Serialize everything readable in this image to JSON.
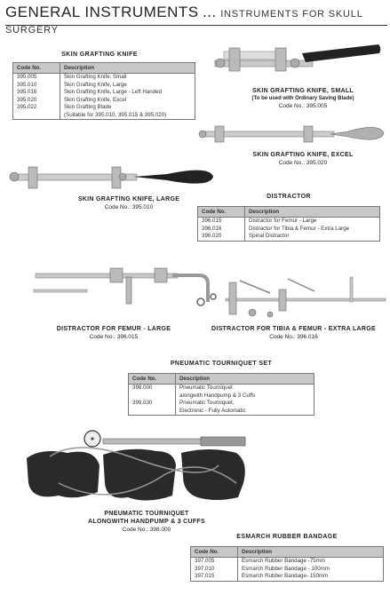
{
  "header": {
    "title": "GENERAL INSTRUMENTS",
    "dots": "...",
    "subtitle": "INSTRUMENTS FOR SKULL SURGERY"
  },
  "skin_knife": {
    "title": "SKIN GRAFTING KNIFE",
    "col_code": "Code No.",
    "col_desc": "Description",
    "rows": [
      {
        "code": "395.005",
        "desc": "Skin Grafting Knife, Small"
      },
      {
        "code": "395.010",
        "desc": "Skin Grafting Knife, Large"
      },
      {
        "code": "395.016",
        "desc": "Skin Grafting Knife, Large - Left Handed"
      },
      {
        "code": "395.020",
        "desc": "Skin Grafting Knife, Excel"
      },
      {
        "code": "395.022",
        "desc": "Skin Grafting Blade"
      }
    ],
    "row5_extra": "(Suitable for 395.010, 395.015 & 395.020)"
  },
  "captions": {
    "small": {
      "name": "SKIN GRAFTING KNIFE, SMALL",
      "sub": "(To be used with Ordinary Saving Blade)",
      "code": "Code No.: 395.005"
    },
    "excel": {
      "name": "SKIN GRAFTING KNIFE, EXCEL",
      "code": "Code No.: 395.020"
    },
    "large": {
      "name": "SKIN GRAFTING KNIFE, LARGE",
      "code": "Code No.: 395.010"
    },
    "femur": {
      "name": "DISTRACTOR FOR FEMUR - LARGE",
      "code": "Code No.: 396.015"
    },
    "tibia": {
      "name": "DISTRACTOR FOR TIBIA & FEMUR - EXTRA LARGE",
      "code": "Code No.: 396.016"
    },
    "pump": {
      "name": "PNEUMATIC TOURNIQUET",
      "name2": "ALONGWITH HANDPUMP & 3 CUFFS",
      "code": "Code No.: 398.000"
    }
  },
  "distractor": {
    "title": "DISTRACTOR",
    "col_code": "Code No.",
    "col_desc": "Description",
    "rows": [
      {
        "code": "396.015",
        "desc": "Distractor for Femur - Large"
      },
      {
        "code": "396.016",
        "desc": "Distractor for Tibia & Femur - Extra Large"
      },
      {
        "code": "396.020",
        "desc": "Spinal Distractor"
      }
    ]
  },
  "tourniquet": {
    "title": "PNEUMATIC TOURNIQUET SET",
    "col_code": "Code No.",
    "col_desc": "Description",
    "rows": [
      {
        "code": "398.000",
        "desc": "Pneumatic Tourniquet",
        "desc2": "alongwith Handpump & 3 Cuffs"
      },
      {
        "code": "399.030",
        "desc": "Pneumatic Tourniquet,",
        "desc2": "Electronic - Fully Automatic"
      }
    ]
  },
  "esmarch": {
    "title": "ESMARCH RUBBER BANDAGE",
    "col_code": "Code No.",
    "col_desc": "Description",
    "rows": [
      {
        "code": "397.005",
        "desc": "Esmarch Rubber Bandage -75mm"
      },
      {
        "code": "397.010",
        "desc": "Esmarch Rubber Bandage - 100mm"
      },
      {
        "code": "397.015",
        "desc": "Esmarch Rubber Bandage- 150mm"
      }
    ]
  }
}
